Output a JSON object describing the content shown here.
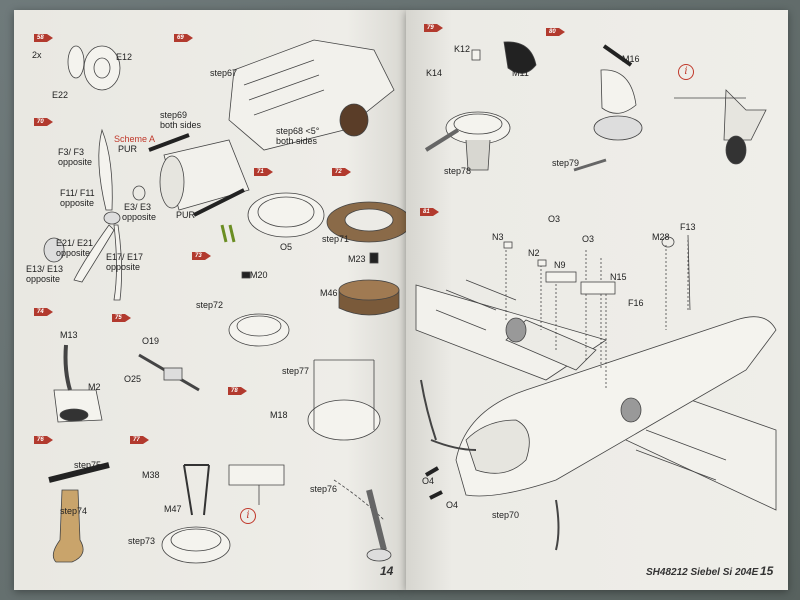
{
  "left_page": {
    "page_number": "14",
    "step_tags": [
      "58",
      "69",
      "70",
      "71",
      "72",
      "73",
      "74",
      "75",
      "76",
      "77",
      "78"
    ],
    "labels": {
      "qty_2x": "2x",
      "e12": "E12",
      "e22": "E22",
      "step67": "step67",
      "step69": "step69",
      "both_sides_69": "both sides",
      "scheme_a": "Scheme A",
      "pur_top": "PUR",
      "f3": "F3/ F3",
      "opposite_f3": "opposite",
      "f11": "F11/ F11",
      "opposite_f11": "opposite",
      "e3": "E3/ E3",
      "opposite_e3": "opposite",
      "pur_bottom": "PUR",
      "e21": "E21/ E21",
      "opposite_e21": "opposite",
      "e13": "E13/ E13",
      "opposite_e13": "opposite",
      "e17": "E17/ E17",
      "opposite_e17": "opposite",
      "step68": "step68 <5°",
      "both_sides_68": "both sides",
      "o5": "O5",
      "step71": "step71",
      "m23": "M23",
      "m46": "M46",
      "m20": "M20",
      "step72": "step72",
      "m13": "M13",
      "m2": "M2",
      "o19": "O19",
      "o25": "O25",
      "step77": "step77",
      "m18": "M18",
      "step76": "step76",
      "step75": "step75",
      "m38": "M38",
      "step74": "step74",
      "m47": "M47",
      "step73": "step73",
      "info_icon": "i"
    }
  },
  "right_page": {
    "page_number": "15",
    "footer_title": "SH48212  Siebel Si 204E",
    "step_tags": [
      "79",
      "80",
      "81"
    ],
    "labels": {
      "k12": "K12",
      "k14": "K14",
      "m11": "M11",
      "step78": "step78",
      "m16": "M16",
      "step79": "step79",
      "info_icon": "i",
      "n3": "N3",
      "o3_left": "O3",
      "o3_right": "O3",
      "m28": "M28",
      "f13": "F13",
      "n2": "N2",
      "n9": "N9",
      "n15": "N15",
      "f16": "F16",
      "o4_top": "O4",
      "o4_bottom": "O4",
      "step70": "step70"
    }
  },
  "colors": {
    "paper": "#ecebe6",
    "ink": "#333333",
    "accent_red": "#b23a2e",
    "background": "#5f6a6c",
    "tan_part": "#c9a46b",
    "brown_part": "#7a5a3a"
  }
}
